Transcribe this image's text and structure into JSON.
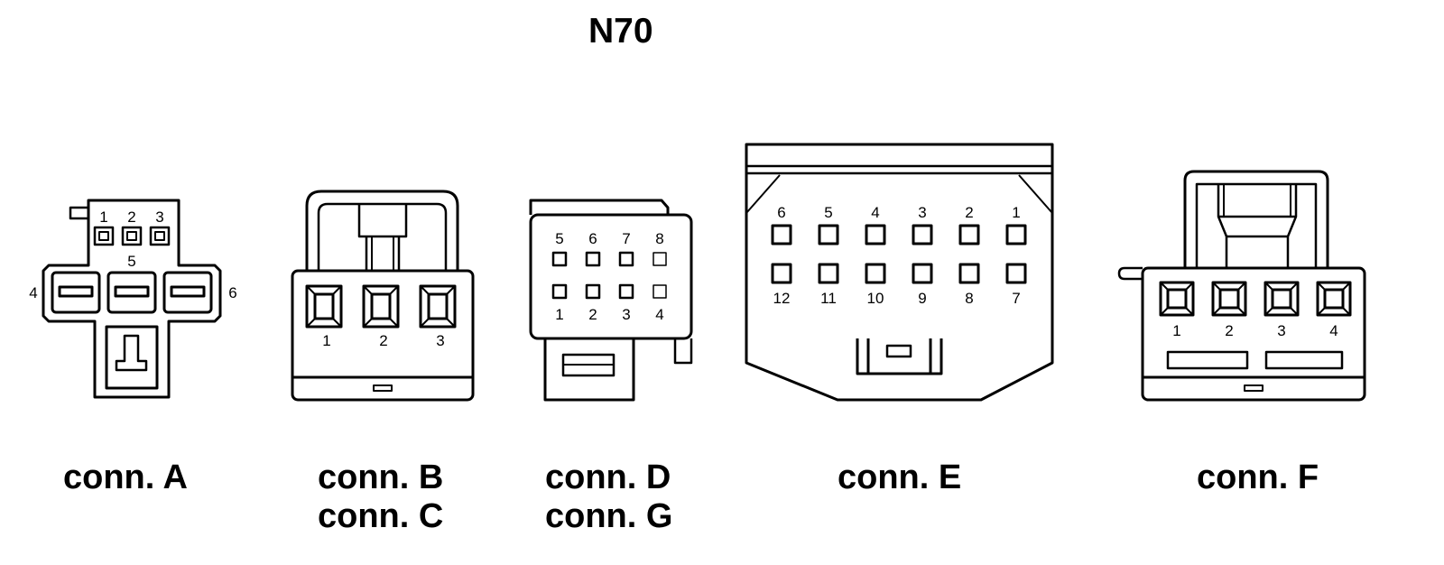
{
  "title": "N70",
  "connectors": {
    "a": {
      "caption": [
        "conn. A"
      ],
      "pins": {
        "p1": "1",
        "p2": "2",
        "p3": "3",
        "p4": "4",
        "p5": "5",
        "p6": "6"
      }
    },
    "bc": {
      "caption": [
        "conn. B",
        "conn. C"
      ],
      "pins": {
        "p1": "1",
        "p2": "2",
        "p3": "3"
      }
    },
    "dg": {
      "caption": [
        "conn. D",
        "conn. G"
      ],
      "pins": {
        "p1": "1",
        "p2": "2",
        "p3": "3",
        "p4": "4",
        "p5": "5",
        "p6": "6",
        "p7": "7",
        "p8": "8"
      }
    },
    "e": {
      "caption": [
        "conn. E"
      ],
      "pins": {
        "p1": "1",
        "p2": "2",
        "p3": "3",
        "p4": "4",
        "p5": "5",
        "p6": "6",
        "p7": "7",
        "p8": "8",
        "p9": "9",
        "p10": "10",
        "p11": "11",
        "p12": "12"
      }
    },
    "f": {
      "caption": [
        "conn. F"
      ],
      "pins": {
        "p1": "1",
        "p2": "2",
        "p3": "3",
        "p4": "4"
      }
    }
  }
}
